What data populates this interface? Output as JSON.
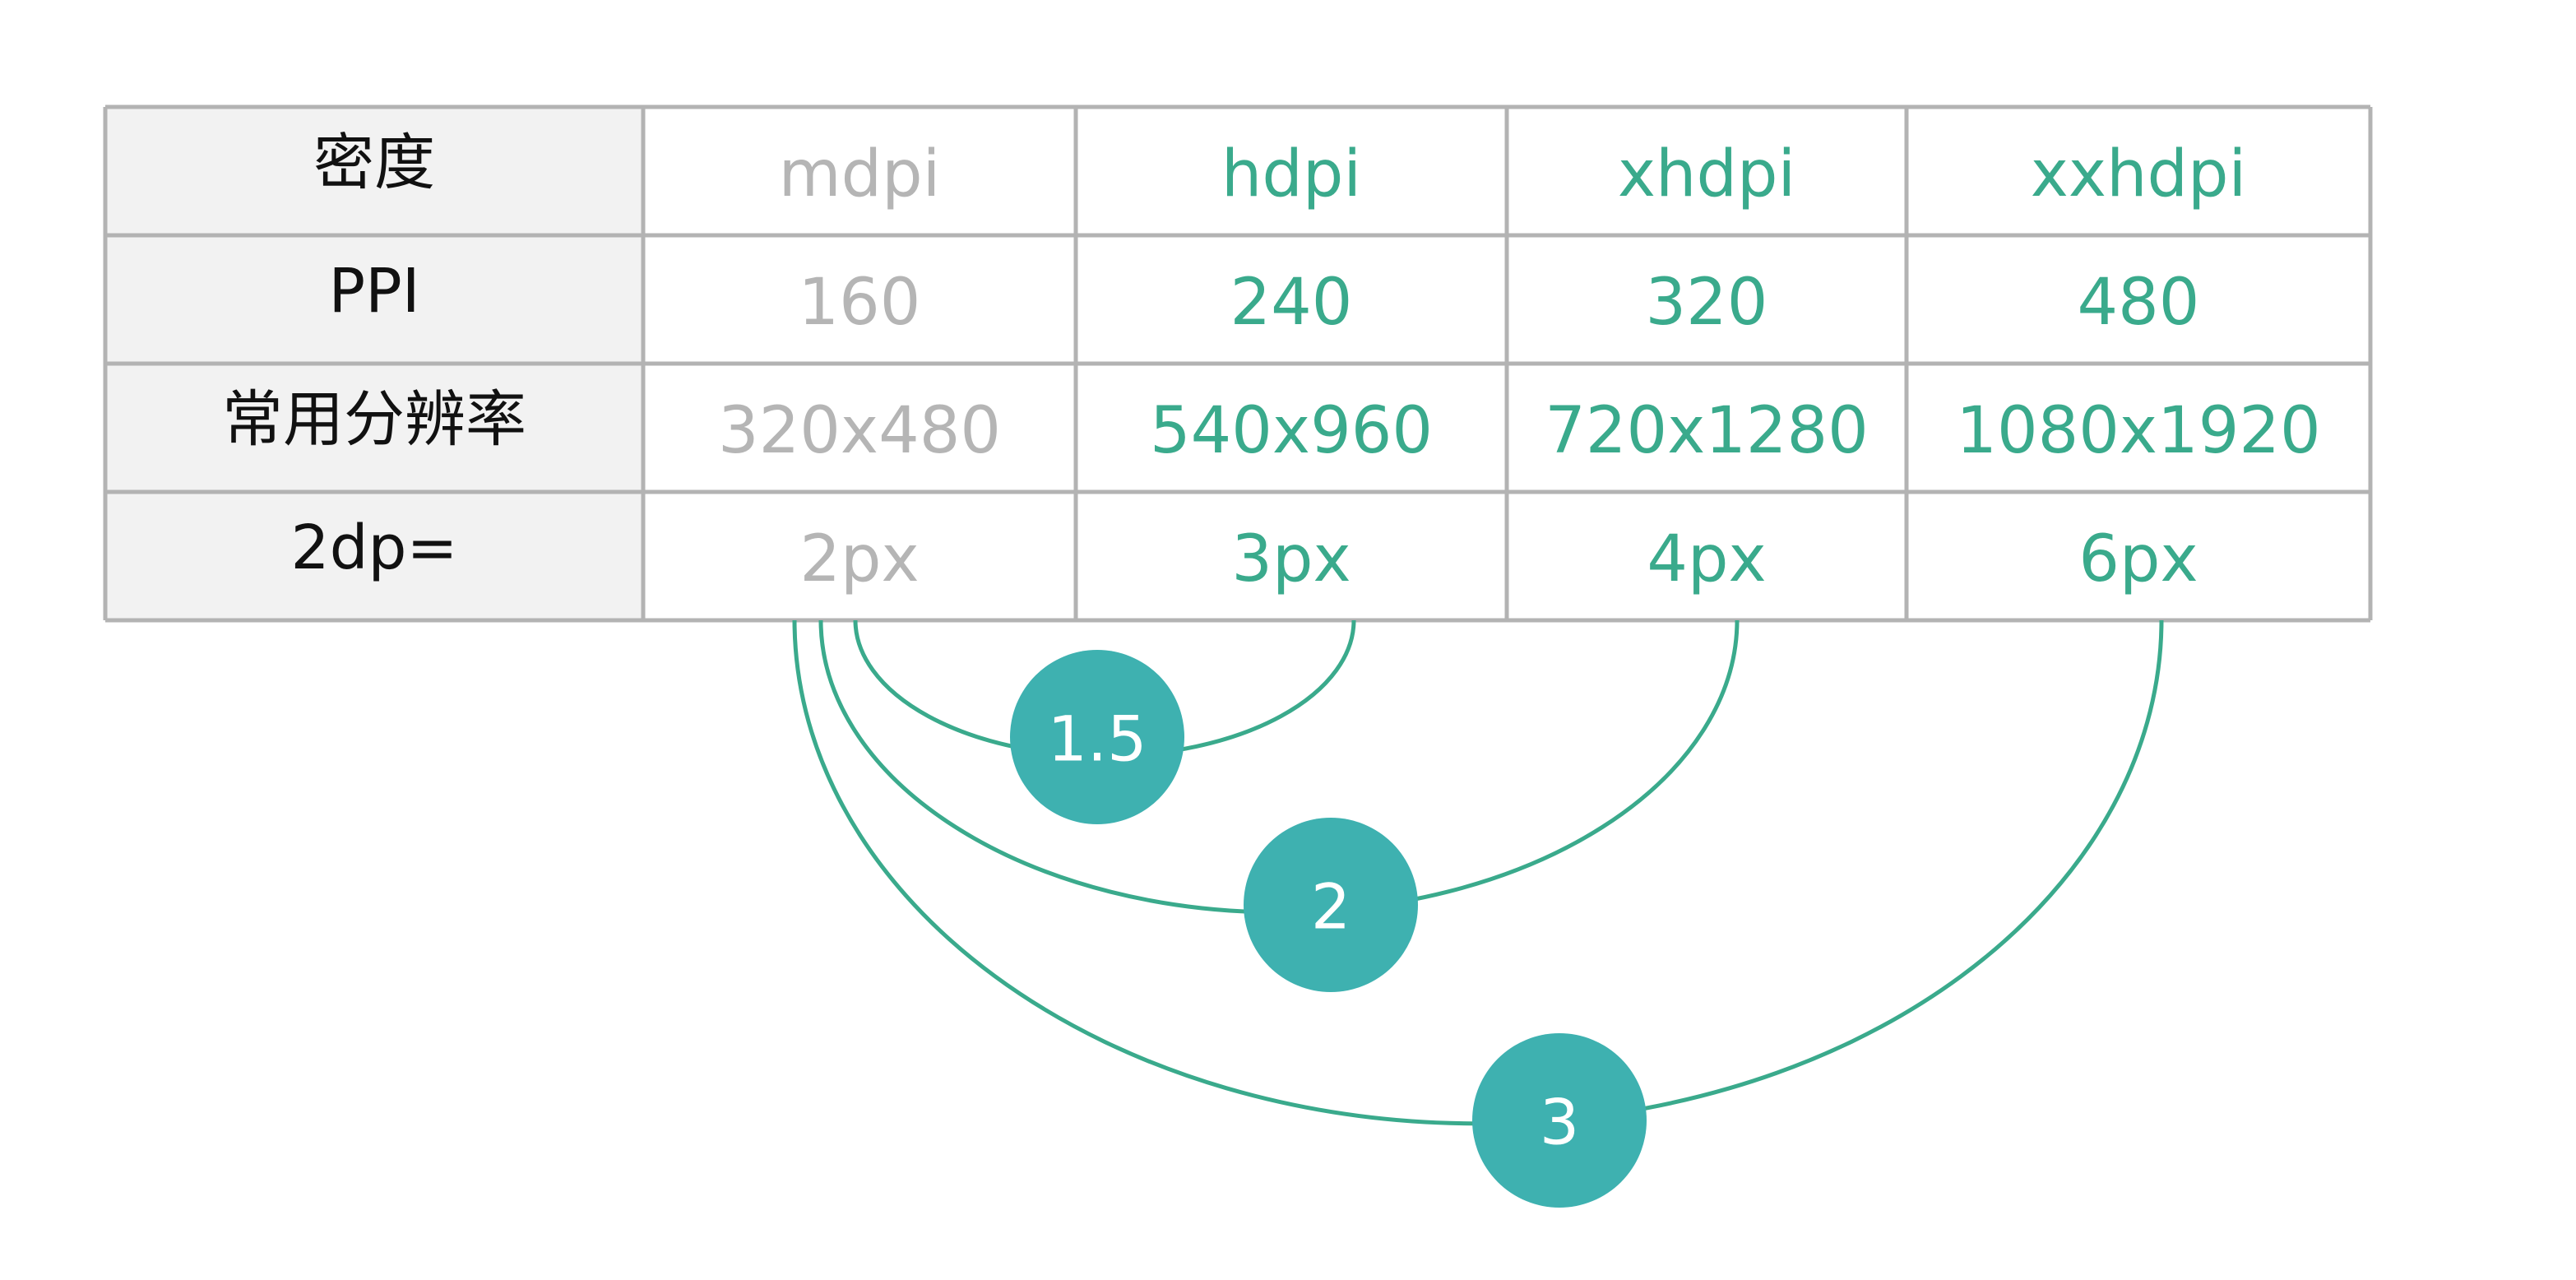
{
  "colors": {
    "muted": "#b5b5b5",
    "accent": "#3aaa8c",
    "badge": "#3eb1b0",
    "label": "#111111",
    "grid": "#b3b3b3",
    "header_bg": "#f2f2f2"
  },
  "table": {
    "columns": [
      {
        "name": "mdpi",
        "highlight": false
      },
      {
        "name": "hdpi",
        "highlight": true
      },
      {
        "name": "xhdpi",
        "highlight": true
      },
      {
        "name": "xxhdpi",
        "highlight": true
      }
    ],
    "rows": [
      {
        "label": "密度",
        "values": [
          "mdpi",
          "hdpi",
          "xhdpi",
          "xxhdpi"
        ]
      },
      {
        "label": "PPI",
        "values": [
          "160",
          "240",
          "320",
          "480"
        ]
      },
      {
        "label": "常用分辨率",
        "values": [
          "320x480",
          "540x960",
          "720x1280",
          "1080x1920"
        ]
      },
      {
        "label": "2dp=",
        "values": [
          "2px",
          "3px",
          "4px",
          "6px"
        ]
      }
    ]
  },
  "ratios": [
    {
      "label": "1.5",
      "to_column": 1
    },
    {
      "label": "2",
      "to_column": 2
    },
    {
      "label": "3",
      "to_column": 3
    }
  ]
}
